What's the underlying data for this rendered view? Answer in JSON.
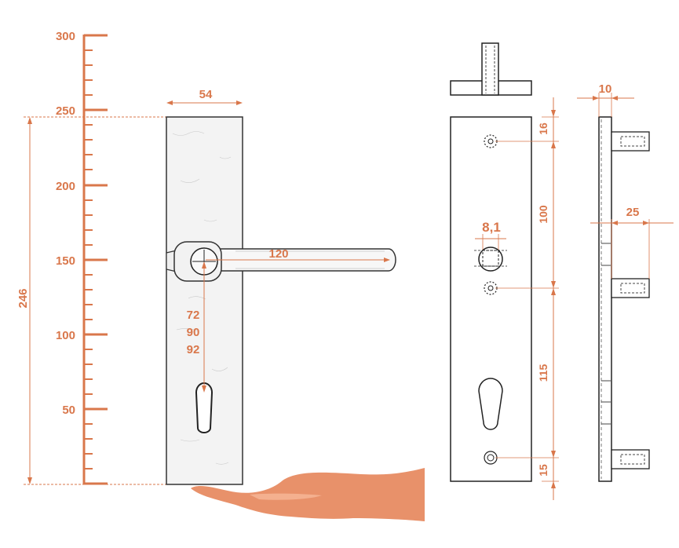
{
  "colors": {
    "accent": "#d9774b",
    "line": "#222222",
    "hand": "#e8916a"
  },
  "scale": {
    "ticks": [
      "300",
      "250",
      "200",
      "150",
      "100",
      "50"
    ]
  },
  "front_view": {
    "overall_height": "246",
    "plate_width": "54",
    "lever_length": "120",
    "spacing_options": [
      "72",
      "90",
      "92"
    ]
  },
  "plate_view": {
    "spindle_size": "8,1",
    "hole_offset_top": "16",
    "hole_spacing_upper": "100",
    "hole_spacing_lower": "115",
    "hole_offset_bottom": "15"
  },
  "side_view": {
    "plate_thickness": "10",
    "spindle_projection": "25"
  }
}
